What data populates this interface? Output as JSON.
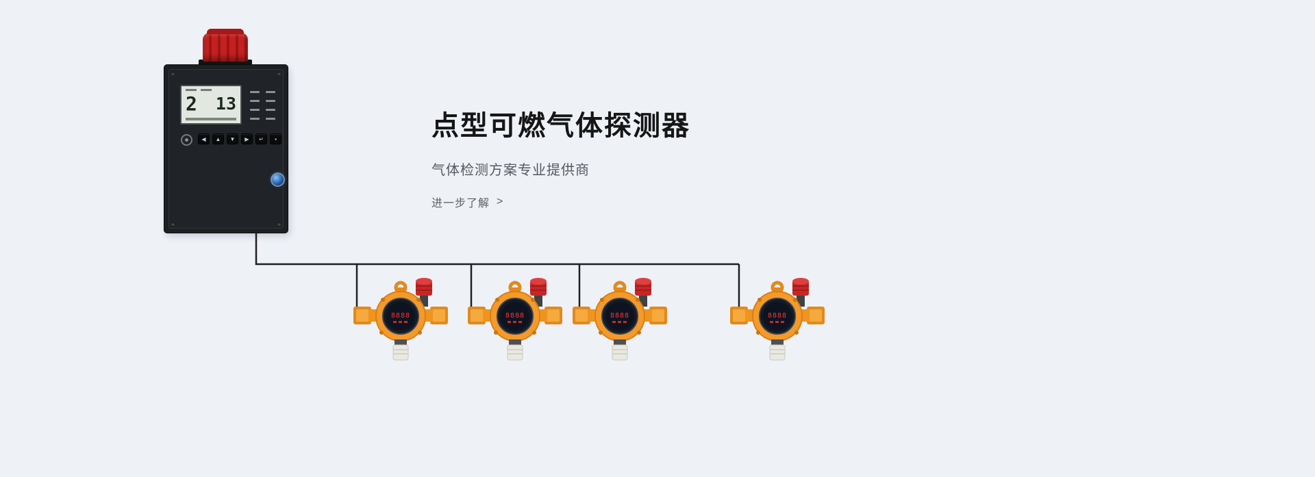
{
  "hero": {
    "title": "点型可燃气体探测器",
    "subtitle": "气体检测方案专业提供商",
    "cta_label": "进一步了解",
    "cta_arrow": ">"
  },
  "controller": {
    "lcd_left_value": "2",
    "lcd_right_value": "13",
    "buttons": [
      "◀",
      "▲",
      "▼",
      "▶",
      "↵",
      "▪"
    ]
  },
  "detector": {
    "display_value": "8888"
  },
  "colors": {
    "background": "#eef1f6",
    "panel_black": "#1d1f22",
    "beacon_red": "#c42020",
    "detector_orange": "#f39a2b",
    "digit_red": "#ff3230",
    "wire_black": "#202020",
    "blue_button": "#2c72c4"
  }
}
